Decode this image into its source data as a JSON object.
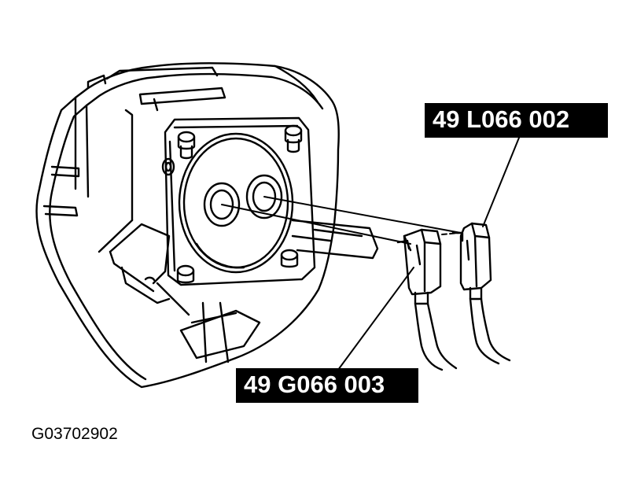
{
  "callouts": {
    "tool_upper": "49 L066 002",
    "tool_lower": "49 G066 003"
  },
  "figure_id": "G03702902",
  "colors": {
    "line": "#000000",
    "label_bg": "#000000",
    "label_text": "#ffffff",
    "background": "#ffffff"
  }
}
